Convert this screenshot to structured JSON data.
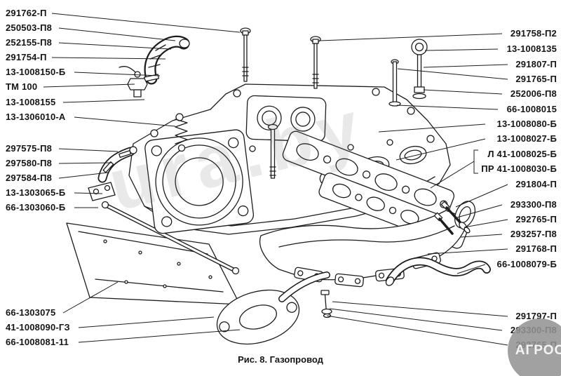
{
  "figure": {
    "caption": "Рис. 8. Газопровод",
    "ink_color": "#1c1c1c",
    "paper_color": "#ffffff",
    "watermark": {
      "diagonal_text": "ura.by",
      "badge_text": "АГРОС",
      "color": "#949494"
    }
  },
  "labels": {
    "left": [
      "291762-П",
      "250503-П8",
      "252155-П8",
      "291754-П",
      "13-1008150-Б",
      "ТМ 100",
      "13-1008155",
      "13-1306010-А",
      "297575-П8",
      "297580-П8",
      "297584-П8",
      "13-1303065-Б",
      "66-1303060-Б",
      "66-1303075",
      "41-1008090-ГЗ",
      "66-1008081-11"
    ],
    "right": [
      "291758-П2",
      "13-1008135",
      "291807-П",
      "291765-П",
      "252006-П8",
      "66-1008015",
      "13-1008080-Б",
      "13-1008027-Б",
      "Л 41-1008025-Б",
      "ПР 41-1008030-Б",
      "291804-П",
      "293300-П8",
      "292765-П",
      "293257-П8",
      "291768-П",
      "66-1008079-Б",
      "291797-П",
      "293300-П8",
      "292765-П"
    ]
  }
}
